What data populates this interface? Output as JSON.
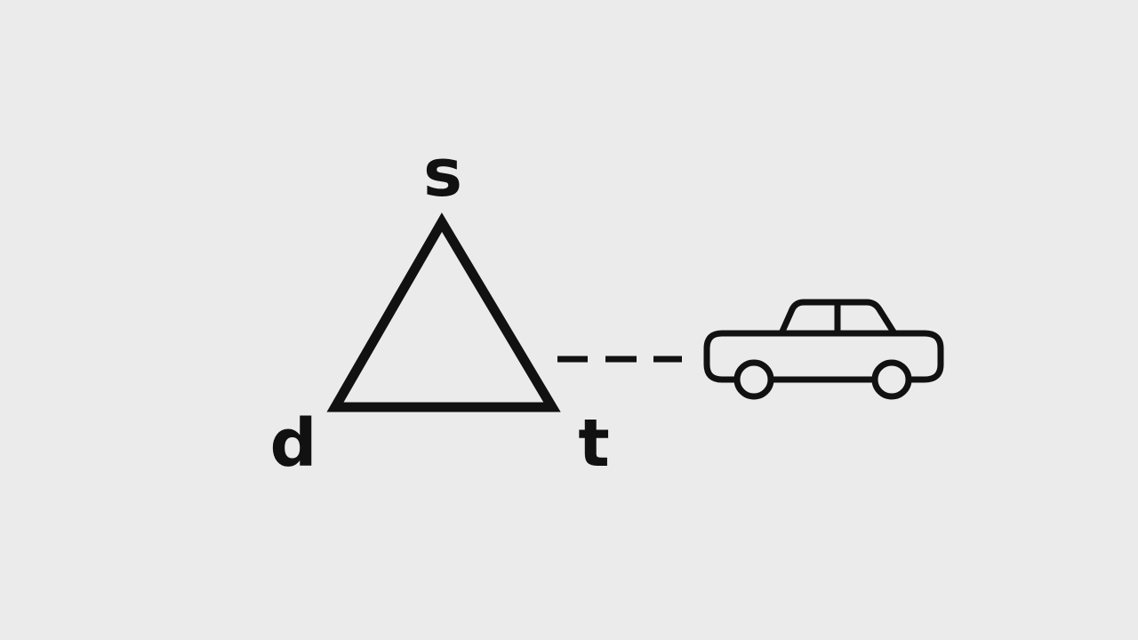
{
  "diagram": {
    "labels": {
      "top": "s",
      "bottom_left": "d",
      "bottom_right": "t"
    },
    "icons": {
      "vehicle": "car-icon",
      "shape": "triangle-icon"
    },
    "colors": {
      "background": "#ebebeb",
      "stroke": "#111111"
    }
  }
}
